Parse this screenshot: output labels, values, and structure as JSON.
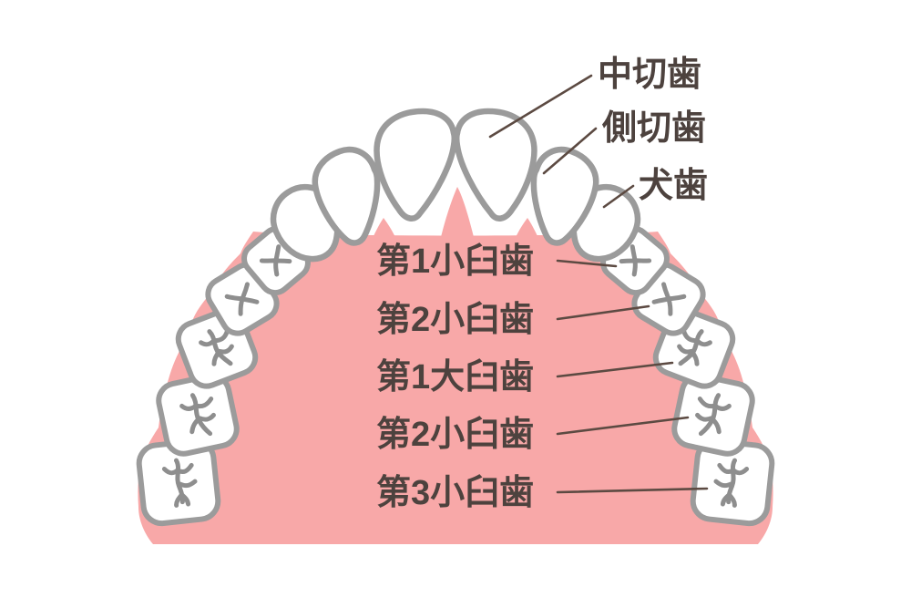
{
  "figure": {
    "type": "dental-diagram-upper-arch",
    "labels": {
      "central_incisor": "中切歯",
      "lateral_incisor": "側切歯",
      "canine": "犬歯",
      "row_labels": [
        "第1小臼歯",
        "第2小臼歯",
        "第1大臼歯",
        "第2小臼歯",
        "第3小臼歯"
      ]
    },
    "colors": {
      "background": "#FFFFFF",
      "gum": "#F8A8A8",
      "tooth_fill": "#FFFFFF",
      "tooth_outline": "#9B9B9B",
      "fissure": "#8E8E8E",
      "label_text": "#4D423E",
      "leader_line": "#5C4A42"
    }
  }
}
